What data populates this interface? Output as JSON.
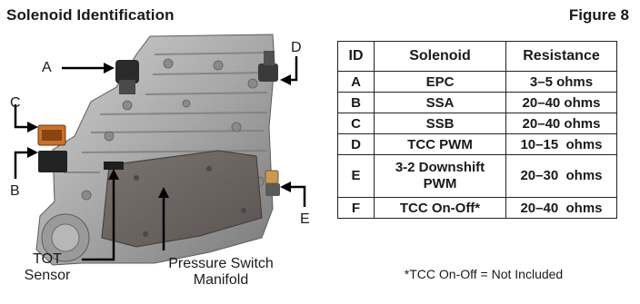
{
  "header": {
    "title": "Solenoid Identification",
    "figure": "Figure 8"
  },
  "photo": {
    "labels": {
      "A": "A",
      "B": "B",
      "C": "C",
      "D": "D",
      "E": "E",
      "tot_line1": "TOT",
      "tot_line2": "Sensor",
      "psm_line1": "Pressure Switch",
      "psm_line2": "Manifold"
    },
    "colors": {
      "metal_light": "#b9b9b9",
      "metal_dark": "#6f6f6f",
      "plate": "#6b6663",
      "connector_dark": "#2a2a2a",
      "connector_orange": "#c8722a",
      "brass": "#c89a55"
    }
  },
  "table": {
    "headers": [
      "ID",
      "Solenoid",
      "Resistance"
    ],
    "rows": [
      {
        "id": "A",
        "solenoid": "EPC",
        "resistance": "3–5 ohms"
      },
      {
        "id": "B",
        "solenoid": "SSA",
        "resistance": "20–40 ohms"
      },
      {
        "id": "C",
        "solenoid": "SSB",
        "resistance": "20–40 ohms"
      },
      {
        "id": "D",
        "solenoid": "TCC PWM",
        "resistance": "10–15  ohms"
      },
      {
        "id": "E",
        "solenoid_line1": "3-2 Downshift",
        "solenoid_line2": "PWM",
        "resistance": "20–30  ohms"
      },
      {
        "id": "F",
        "solenoid": "TCC On-Off*",
        "resistance": "20–40  ohms"
      }
    ]
  },
  "footnote": "*TCC On-Off = Not Included"
}
